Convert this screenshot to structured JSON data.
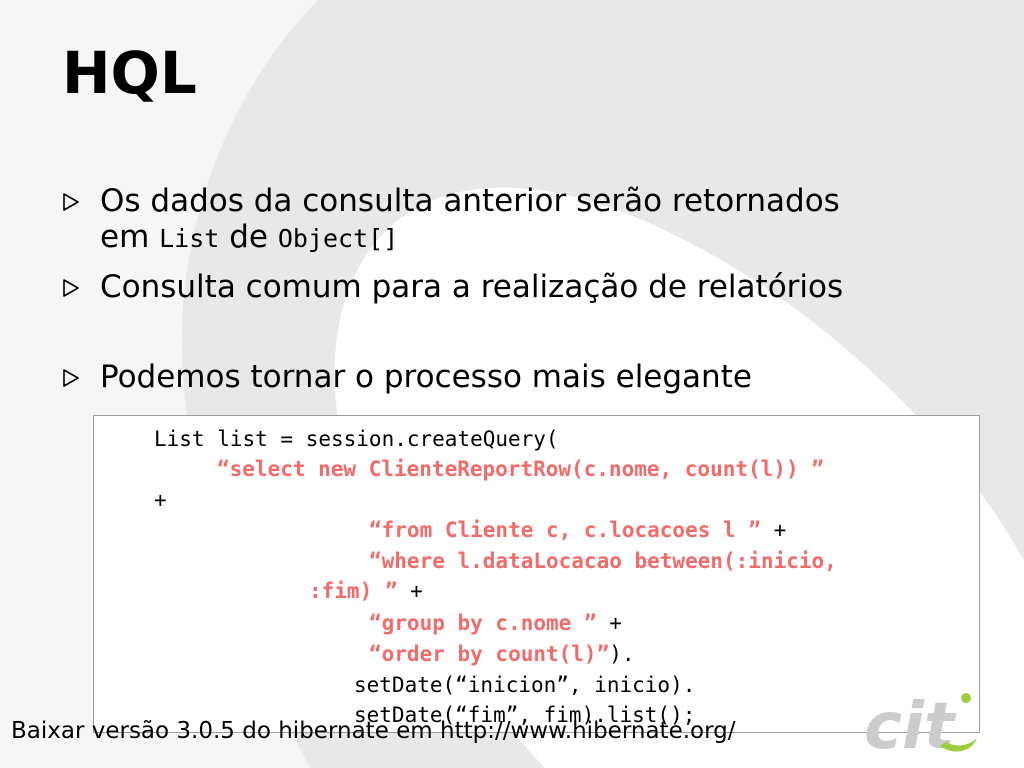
{
  "slide": {
    "title": "HQL",
    "bullets": [
      {
        "line1": "Os dados da consulta anterior serão retornados",
        "line2_prefix": "em ",
        "code1": "List",
        "mid": " de ",
        "code2": "Object[]"
      },
      {
        "text": "Consulta comum para a realização de relatórios"
      },
      {
        "text": "Podemos tornar o processo mais elegante"
      }
    ]
  },
  "code": {
    "lines": [
      {
        "plain": "List list = session.createQuery("
      },
      {
        "hl": "“select new ClienteReportRow(c.nome, count(l)) ”"
      },
      {
        "plain": "+"
      },
      {
        "hl": "“from Cliente c, c.locacoes l ”",
        "suffix": " +"
      },
      {
        "hl": "“where l.dataLocacao between(:inicio,"
      },
      {
        "hl": ":fim) ”",
        "suffix": " +"
      },
      {
        "hl": "“group by c.nome ”",
        "suffix": " +"
      },
      {
        "hl": "“order by count(l)”",
        "suffix": ")."
      },
      {
        "plain": "setDate(“inicion”, inicio)."
      },
      {
        "plain": "setDate(“fim”, fim).list();"
      }
    ]
  },
  "footer": {
    "prefix": "Baixar versão 3.0.5 do hibernate em ",
    "link": "http://www.hibernate.org/"
  },
  "logo": {
    "text": "cit"
  },
  "colors": {
    "code_highlight": "#f26b6b",
    "background_swoosh": "#e7e7e7",
    "logo_green": "#9ccc3c"
  }
}
